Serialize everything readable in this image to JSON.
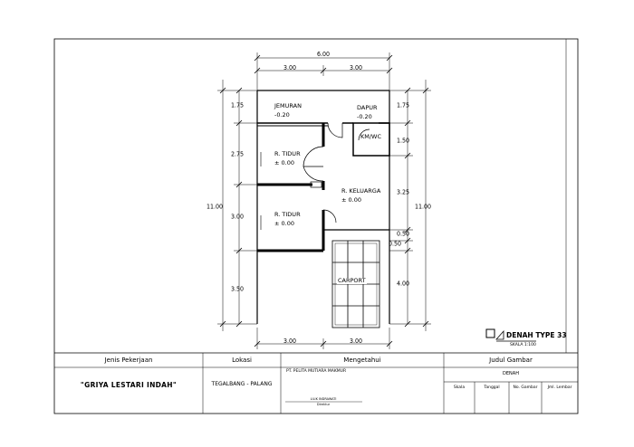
{
  "drawing": {
    "overall_width": "6.00",
    "top_segments": [
      "3.00",
      "3.00"
    ],
    "bottom_segments": [
      "3.00",
      "3.00"
    ],
    "overall_height_left": "11.00",
    "overall_height_right": "11.00",
    "left_segments": [
      "1.75",
      "2.75",
      "3.00",
      "3.50"
    ],
    "right_segments": [
      "1.75",
      "1.50",
      "3.25",
      "0.50",
      "0.50",
      "4.00"
    ],
    "rooms": {
      "jemuran": {
        "name": "JEMURAN",
        "level": "-0.20"
      },
      "dapur": {
        "name": "DAPUR",
        "level": "-0.20"
      },
      "kmwc": {
        "name": "KM/WC"
      },
      "tidur1": {
        "name": "R. TIDUR",
        "level": "± 0.00"
      },
      "tidur2": {
        "name": "R. TIDUR",
        "level": "± 0.00"
      },
      "keluarga": {
        "name": "R. KELUARGA",
        "level": "± 0.00"
      },
      "carport": {
        "name": "CARPORT"
      }
    }
  },
  "title_block": {
    "plan_title": "DENAH TYPE 33",
    "scale": "SKALA 1:100",
    "headers": {
      "jenis": "Jenis Pekerjaan",
      "lokasi": "Lokasi",
      "mengetahui": "Mengetahui",
      "judul": "Judul Gambar"
    },
    "jenis_value": "\"GRIYA LESTARI INDAH\"",
    "lokasi_value": "TEGALBANG - PALANG",
    "company": "PT. PELITA MUTIARA MAKMUR",
    "signer_name": "LILIK INDRAWATI",
    "signer_role": "Direktur",
    "judul_value": "DENAH",
    "fields": [
      "Skala",
      "Tanggal",
      "No. Gambar",
      "Jml. Lembar"
    ]
  }
}
